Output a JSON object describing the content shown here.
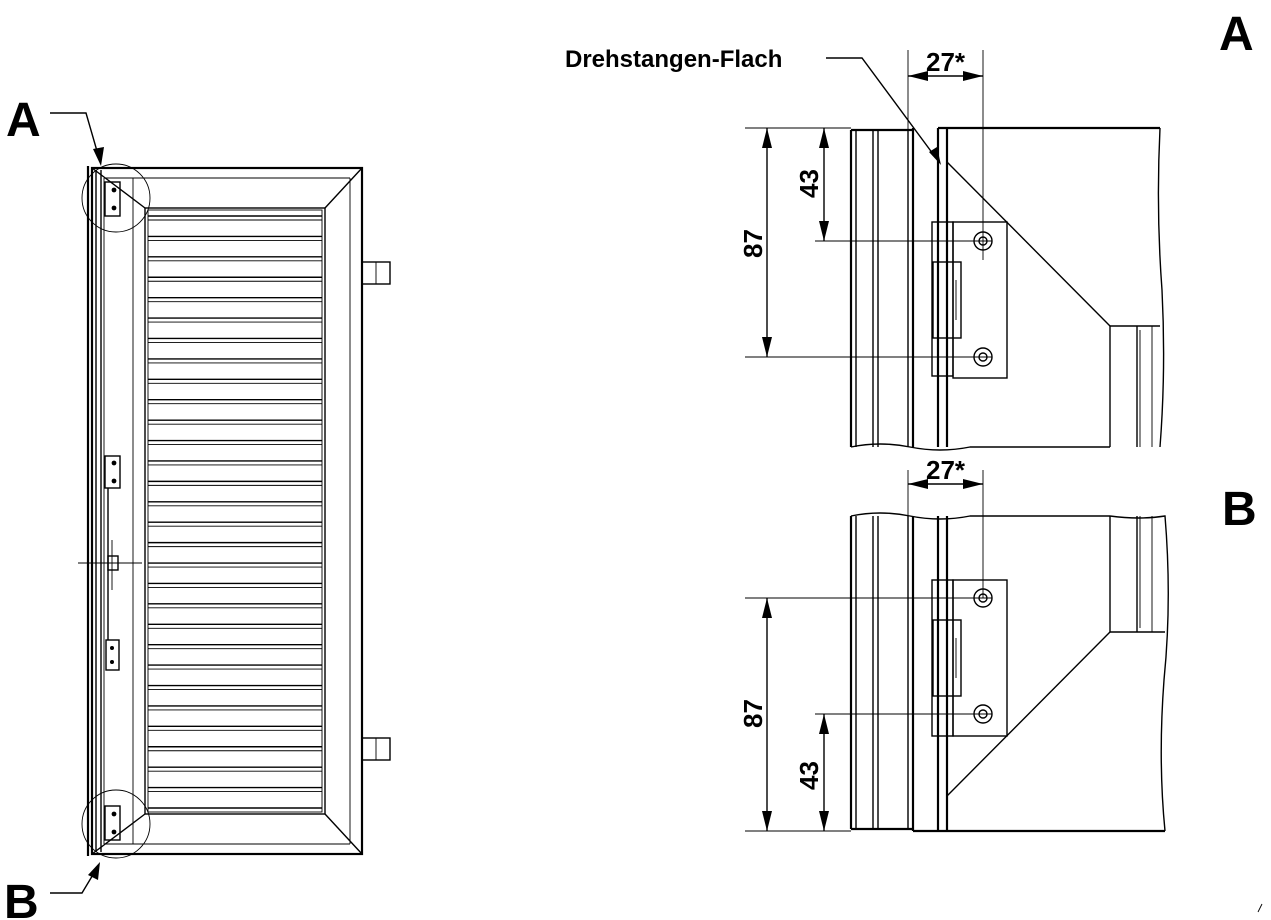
{
  "labels": {
    "detail_a": "A",
    "detail_b": "B",
    "rod_flat": "Drehstangen-Flach"
  },
  "dimensions": {
    "a_width": "27*",
    "a_height_small": "43",
    "a_height_large": "87",
    "b_width": "27*",
    "b_height_large": "87",
    "b_height_small": "43"
  },
  "slat_count": 29
}
